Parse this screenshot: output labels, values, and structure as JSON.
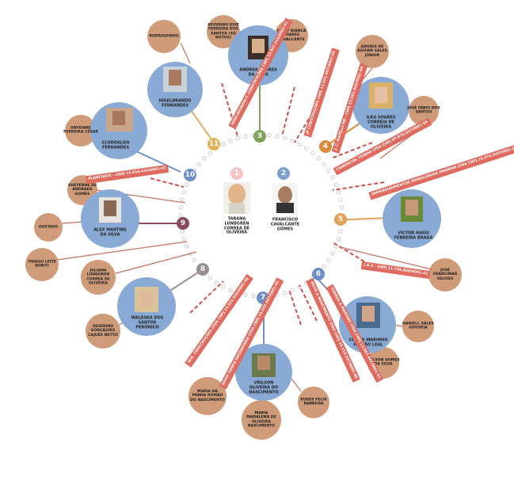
{
  "center": {
    "n1": {
      "number": "1",
      "name": "TARANA LUNDGREN CORREA DE OLIVEIRA"
    },
    "n2": {
      "number": "2",
      "name": "FRANCISCO CAVALCANTE GOMES"
    }
  },
  "hubs": [
    {
      "number": "3",
      "name": "ANDREA SOARES DA SILVA"
    },
    {
      "number": "4",
      "name": "ILKA SOARES CORREIA DE OLIVEIRA"
    },
    {
      "number": "5",
      "name": "VICTOR HUGO FERREIRA BRAGA"
    },
    {
      "number": "6",
      "name": "CLOVIS MARINHO FALCÃO LEAL"
    },
    {
      "number": "7",
      "name": "VRILSON OLIVEIRA DO NASCIMENTO"
    },
    {
      "number": "8",
      "name": "WALESKA DOS SANTOS PERÔNICO"
    },
    {
      "number": "9",
      "name": "ALEX MARTINS DA SILVA"
    },
    {
      "number": "10",
      "name": "CLODOALDO FERNANDES"
    },
    {
      "number": "11",
      "name": "HIGELBRANDO FERNANDES"
    }
  ],
  "relatives": [
    "RODRIGUINHO",
    "SEVERINO JOSÉ FERREIRA DOS SANTOS (SÓ NOTOS)",
    "CINDY BIANCA SOARES CAVALCANTE",
    "ADONIS DE AGUIAR SALES JÚNIOR",
    "JOSÉ FÁBIO DOS SANTOS",
    "JOSÉ FRANCIMAR VELOSO",
    "DANIELL SALES GOUVEIA",
    "JOILSON GOMES DA SILVA",
    "EUDES FELIX BARBOSA",
    "MARIA MADALENA DE OLIVEIRA NASCIMENTO",
    "MARIA DA PENHA ROMÃO DO NASCIMENTO",
    "SEVERINO GONÇALVES CAJUÉS NETTO",
    "JULIANA LUNDGREN CORREA DE OLIVEIRA",
    "THIAGO LEITE BURITI",
    "GUSTAVO",
    "SHEYENNE DE ANDRADE GOMES",
    "DAYSIANE FERREIRA CÉSAR"
  ],
  "companies": [
    "J. C. RAPELLI ME - CNPJ 13.581.443/0001-04",
    "JF CONSTRUÇÕES CNPJ 13.001.497/0001-06",
    "COMERCIAL TEINHO LTDA CNPJ 07.876.027/0001-64",
    "EMPREENDIMENTOS IMOBILIÁRIOS IPANEMA LTDA CNPJ 14.574.344/0001-24",
    "J & S - CNPJ 11.738.869/0001-41",
    "TORRES & MARTINS LTDA CNPJ 13.567.447/0001-51",
    "MOTA & NASCIMENTO LTDA CNPJ 14.113.347/0001-09",
    "NOVO TEMPO ENGENHARIA LTDA CNPJ 10.342.947/0001-03",
    "W.R. CONSTRUÇÕES LTDA CNPJ 14.521.416/0001-08",
    "PLANFORTE - CNPJ 15.810.434/0001-45",
    "HIGELBRANDO F. CONSTRUÇÕES CNPJ 13.007.416/0001-61"
  ],
  "colors": {
    "hub": "#8aaad6",
    "relative": "#cf9b78",
    "company": "#e06a5e",
    "dot": "#bfbfbf"
  }
}
